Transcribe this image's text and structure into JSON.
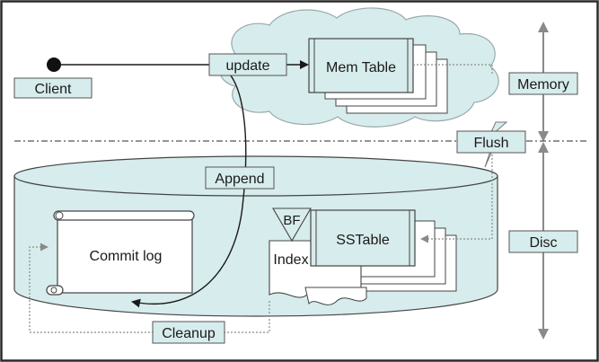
{
  "colors": {
    "fill": "#d7ecec",
    "fill_dark": "#c2e0e0",
    "stroke": "#3a3a3a",
    "dotted": "#8a8a8a"
  },
  "labels": {
    "client": "Client",
    "update": "update",
    "mem_table": "Mem Table",
    "memory": "Memory",
    "flush": "Flush",
    "append": "Append",
    "disc": "Disc",
    "bf": "BF",
    "index": "Index",
    "sstable": "SSTable",
    "commit_log": "Commit log",
    "cleanup": "Cleanup"
  }
}
